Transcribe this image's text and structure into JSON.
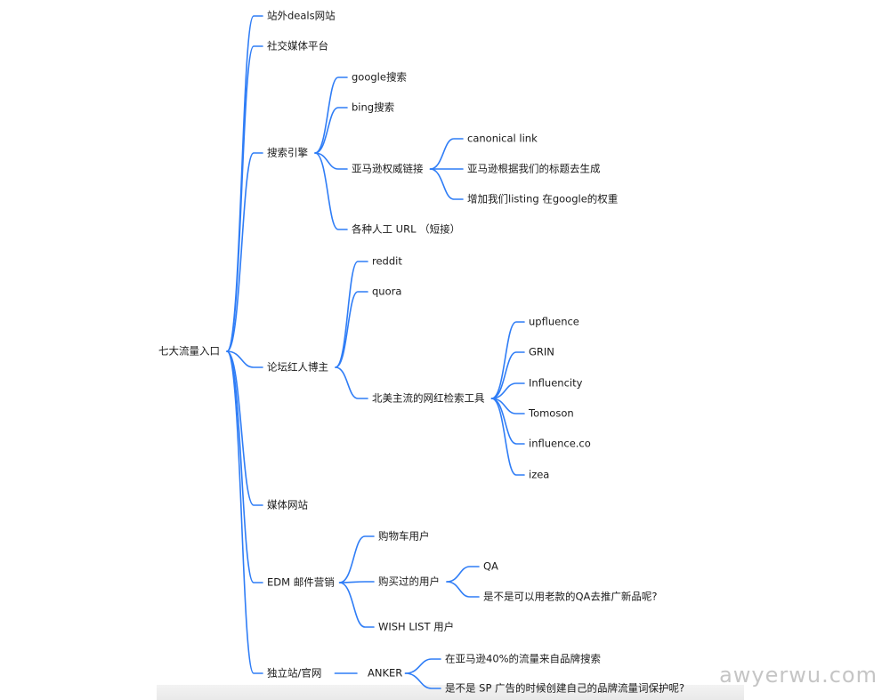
{
  "mindmap": {
    "root": "七大流量入口",
    "branches": [
      {
        "label": "站外deals网站"
      },
      {
        "label": "社交媒体平台"
      },
      {
        "label": "搜索引擎",
        "children": [
          {
            "label": "google搜索"
          },
          {
            "label": "bing搜索"
          },
          {
            "label": "亚马逊权威链接",
            "children": [
              {
                "label": "canonical link"
              },
              {
                "label": "亚马逊根据我们的标题去生成"
              },
              {
                "label": "增加我们listing 在google的权重"
              }
            ]
          },
          {
            "label": "各种人工 URL （短接）"
          }
        ]
      },
      {
        "label": "论坛红人博主",
        "children": [
          {
            "label": "reddit"
          },
          {
            "label": "quora"
          },
          {
            "label": "北美主流的网红检索工具",
            "children": [
              {
                "label": "upfluence"
              },
              {
                "label": "GRIN"
              },
              {
                "label": "Influencity"
              },
              {
                "label": "Tomoson"
              },
              {
                "label": "influence.co"
              },
              {
                "label": "izea"
              }
            ]
          }
        ]
      },
      {
        "label": "媒体网站"
      },
      {
        "label": "EDM 邮件营销",
        "children": [
          {
            "label": "购物车用户"
          },
          {
            "label": "购买过的用户",
            "children": [
              {
                "label": "QA"
              },
              {
                "label": "是不是可以用老款的QA去推广新品呢?"
              }
            ]
          },
          {
            "label": "WISH LIST 用户"
          }
        ]
      },
      {
        "label": "独立站/官网",
        "children": [
          {
            "label": "ANKER",
            "children": [
              {
                "label": "在亚马逊40%的流量来自品牌搜索"
              },
              {
                "label": "是不是 SP 广告的时候创建自己的品牌流量词保护呢?"
              }
            ]
          }
        ]
      }
    ]
  },
  "watermark": "awyerwu.com",
  "colors": {
    "link": "#2f7df6",
    "text": "#1a1a1a",
    "background": "#ffffff"
  }
}
